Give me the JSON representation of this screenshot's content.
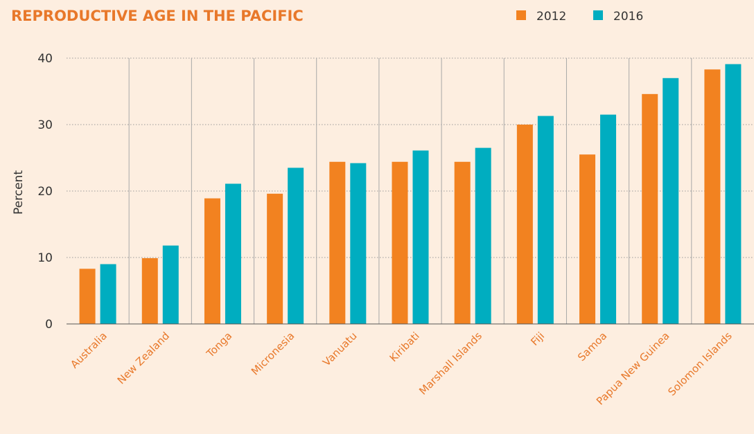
{
  "chart_data": {
    "type": "bar",
    "title": "REPRODUCTIVE AGE IN THE PACIFIC",
    "ylabel": "Percent",
    "xlabel": "",
    "ylim": [
      0,
      40
    ],
    "yticks": [
      0,
      10,
      20,
      30,
      40
    ],
    "grid": true,
    "legend_position": "top-right",
    "categories": [
      "Australia",
      "New Zealand",
      "Tonga",
      "Micronesia",
      "Vanuatu",
      "Kiribati",
      "Marshall Islands",
      "Fiji",
      "Samoa",
      "Papua New Guinea",
      "Solomon Islands"
    ],
    "series": [
      {
        "name": "2012",
        "color": "#f28220",
        "values": [
          8.3,
          9.9,
          18.9,
          19.6,
          24.4,
          24.4,
          24.4,
          30.0,
          25.5,
          34.6,
          38.3
        ]
      },
      {
        "name": "2016",
        "color": "#00adc0",
        "values": [
          9.0,
          11.8,
          21.1,
          23.5,
          24.2,
          26.1,
          26.5,
          31.3,
          31.5,
          37.0,
          39.1
        ]
      }
    ]
  }
}
